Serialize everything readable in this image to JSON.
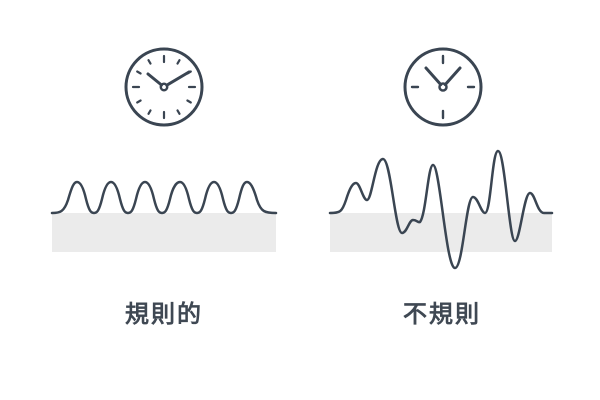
{
  "colors": {
    "stroke": "#3a4552",
    "band": "#ebebeb",
    "text": "#3f4853",
    "background": "#ffffff"
  },
  "panels": [
    {
      "id": "regular",
      "label": "規則的",
      "icon": "clock-icon",
      "clock_ticks": 12,
      "wave": "regular-sine-wave"
    },
    {
      "id": "irregular",
      "label": "不規則",
      "icon": "clock-icon",
      "clock_ticks": 4,
      "wave": "irregular-wave"
    }
  ]
}
